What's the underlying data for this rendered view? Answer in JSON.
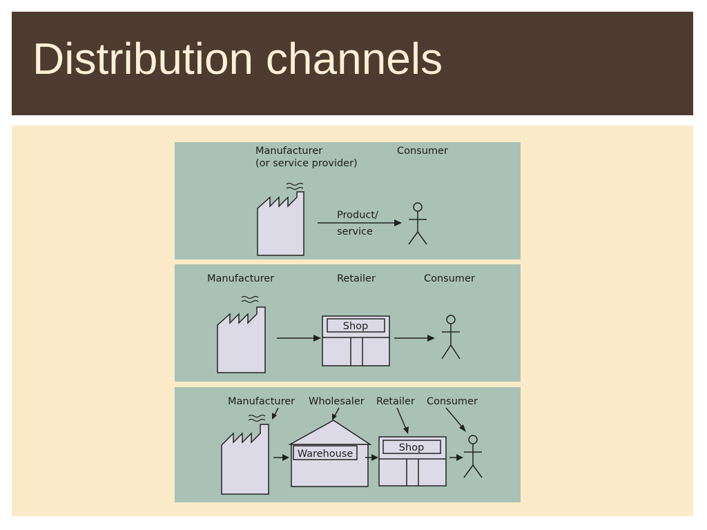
{
  "slide": {
    "title": "Distribution channels"
  },
  "panel1": {
    "manufacturer_line1": "Manufacturer",
    "manufacturer_line2": "(or service provider)",
    "consumer": "Consumer",
    "arrow_line1": "Product/",
    "arrow_line2": "service"
  },
  "panel2": {
    "manufacturer": "Manufacturer",
    "retailer": "Retailer",
    "consumer": "Consumer",
    "shop_sign": "Shop"
  },
  "panel3": {
    "manufacturer": "Manufacturer",
    "wholesaler": "Wholesaler",
    "retailer": "Retailer",
    "consumer": "Consumer",
    "warehouse_sign": "Warehouse",
    "shop_sign": "Shop"
  },
  "colors": {
    "title_bar": "#4e3b30",
    "title_text": "#fdf1d6",
    "content_background": "#fcebc8",
    "panel_background": "#a9c2b5",
    "building_fill": "#dcdae6"
  }
}
